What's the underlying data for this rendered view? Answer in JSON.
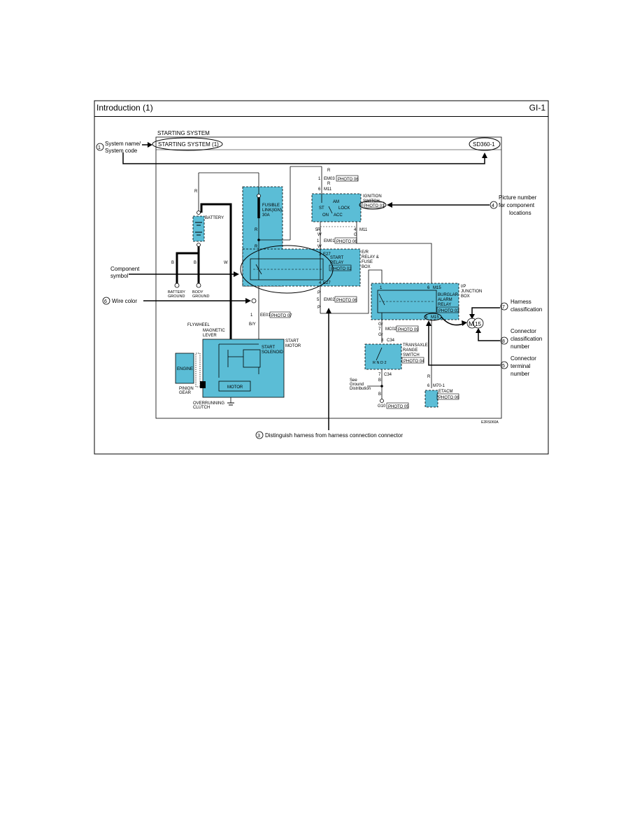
{
  "header": {
    "title": "Introduction (1)",
    "page_code": "GI-1"
  },
  "diagram": {
    "section_title": "STARTING SYSTEM",
    "system_label": "STARTING SYSTEM (1)",
    "system_code": "SD360-1",
    "figure_code": "E2RS060A",
    "callouts": {
      "c1_num": "1",
      "c1_line1": "System name/",
      "c1_line2": "System code",
      "c2_line1": "Component",
      "c2_line2": "symbol",
      "c3_num": "3",
      "c3_text": "Distinguish harness from harness connection connector",
      "c4_num": "4",
      "c4_line1": "Picture number",
      "c4_line2": "for component",
      "c4_line3": "locations",
      "c5_num": "5",
      "c5_line1": "Connector",
      "c5_line2": "terminal",
      "c5_line3": "number",
      "c6_num": "6",
      "c6_text": "Wire color",
      "c7_num": "7",
      "c7_line1": "Harness",
      "c7_line2": "classification",
      "c8_num": "8",
      "c8_line1": "Connector",
      "c8_line2": "classification",
      "c8_line3": "number"
    },
    "components": {
      "battery": "BATTERY",
      "battery_ground_1": "BATTERY",
      "battery_ground_2": "GROUND",
      "body_ground_1": "BODY",
      "body_ground_2": "GROUND",
      "fusible_1": "FUSIBLE",
      "fusible_2": "LINK(IGN)",
      "fusible_3": "30A",
      "ignition_1": "IGNITION",
      "ignition_2": "SWITCH",
      "ign_am": "AM",
      "ign_st": "ST",
      "ign_lock": "LOCK",
      "ign_on": "ON",
      "ign_acc": "ACC",
      "er_box_1": "E/R",
      "er_box_2": "RELAY &",
      "er_box_3": "FUSE",
      "er_box_4": "BOX",
      "start_relay_1": "START",
      "start_relay_2": "RELAY",
      "ip_box_1": "I/P",
      "ip_box_2": "JUNCTION",
      "ip_box_3": "BOX",
      "burglar_1": "BURGLAR",
      "burglar_2": "ALARM",
      "burglar_3": "RELAY",
      "start_motor_1": "START",
      "start_motor_2": "MOTOR",
      "solenoid_1": "START",
      "solenoid_2": "SOLENOID",
      "flywheel": "FLYWHEEL",
      "mag_lever_1": "MAGNETIC",
      "mag_lever_2": "LEVER",
      "engine": "ENGINE",
      "motor": "MOTOR",
      "pinion_1": "PINION",
      "pinion_2": "GEAR",
      "overrun_1": "OVERRUNNING",
      "overrun_2": "CLUTCH",
      "trs_1": "TRANSAXLE",
      "trs_2": "RANGE",
      "trs_3": "SWITCH",
      "trs_pos": "R   N   D   2",
      "see_gd_1": "See",
      "see_gd_2": "Ground",
      "see_gd_3": "Distribution",
      "etacm": "ETACM"
    },
    "connectors": {
      "em03": "EM03",
      "em01": "EM01",
      "em02": "EM02",
      "ee01": "EE01",
      "mc02": "MC02",
      "m11_a": "M11",
      "m11_b": "M11",
      "e27_a": "E27",
      "e27_b": "E27",
      "m15": "M15",
      "m15_term": "M15",
      "c34_a": "C34",
      "c34_b": "C34",
      "g10": "G10",
      "m70": "M70-1",
      "m_circle": "M",
      "num_circle": "15"
    },
    "photos": {
      "p06a": "PHOTO 06",
      "p01": "PHOTO 01",
      "p06b": "PHOTO 06",
      "p02": "PHOTO 02",
      "p06c": "PHOTO 06",
      "p03": "PHOTO 03",
      "p07": "PHOTO 07",
      "p09": "PHOTO 09",
      "p04": "PHOTO 04",
      "p05": "PHOTO 05",
      "p06d": "PHOTO 06"
    },
    "pins": {
      "em03": "1",
      "m11_top": "6",
      "em01": "1",
      "m11_left": "5",
      "m11_right": "4",
      "e27_top": "3",
      "e27_bot": "4",
      "em02": "5",
      "ee01": "1",
      "m15_left": "1",
      "m15_right": "6",
      "m15_term": "5",
      "mc02": "7",
      "c34_top": "8",
      "c34_bot": "7",
      "m70": "6"
    },
    "wires": {
      "r1": "R",
      "r2": "R",
      "r3": "R",
      "r4": "R",
      "r5": "R",
      "r6": "R",
      "r7": "R",
      "b1": "B",
      "b2": "B",
      "w1": "W",
      "w2": "W",
      "w3": "W",
      "p1": "P",
      "p2": "P",
      "g1": "G",
      "by": "B/Y",
      "gr1": "Gr",
      "gr2": "Gr",
      "b3": "B",
      "b4": "B"
    }
  },
  "colors": {
    "component_fill": "#5bbdd6",
    "line": "#000000"
  }
}
